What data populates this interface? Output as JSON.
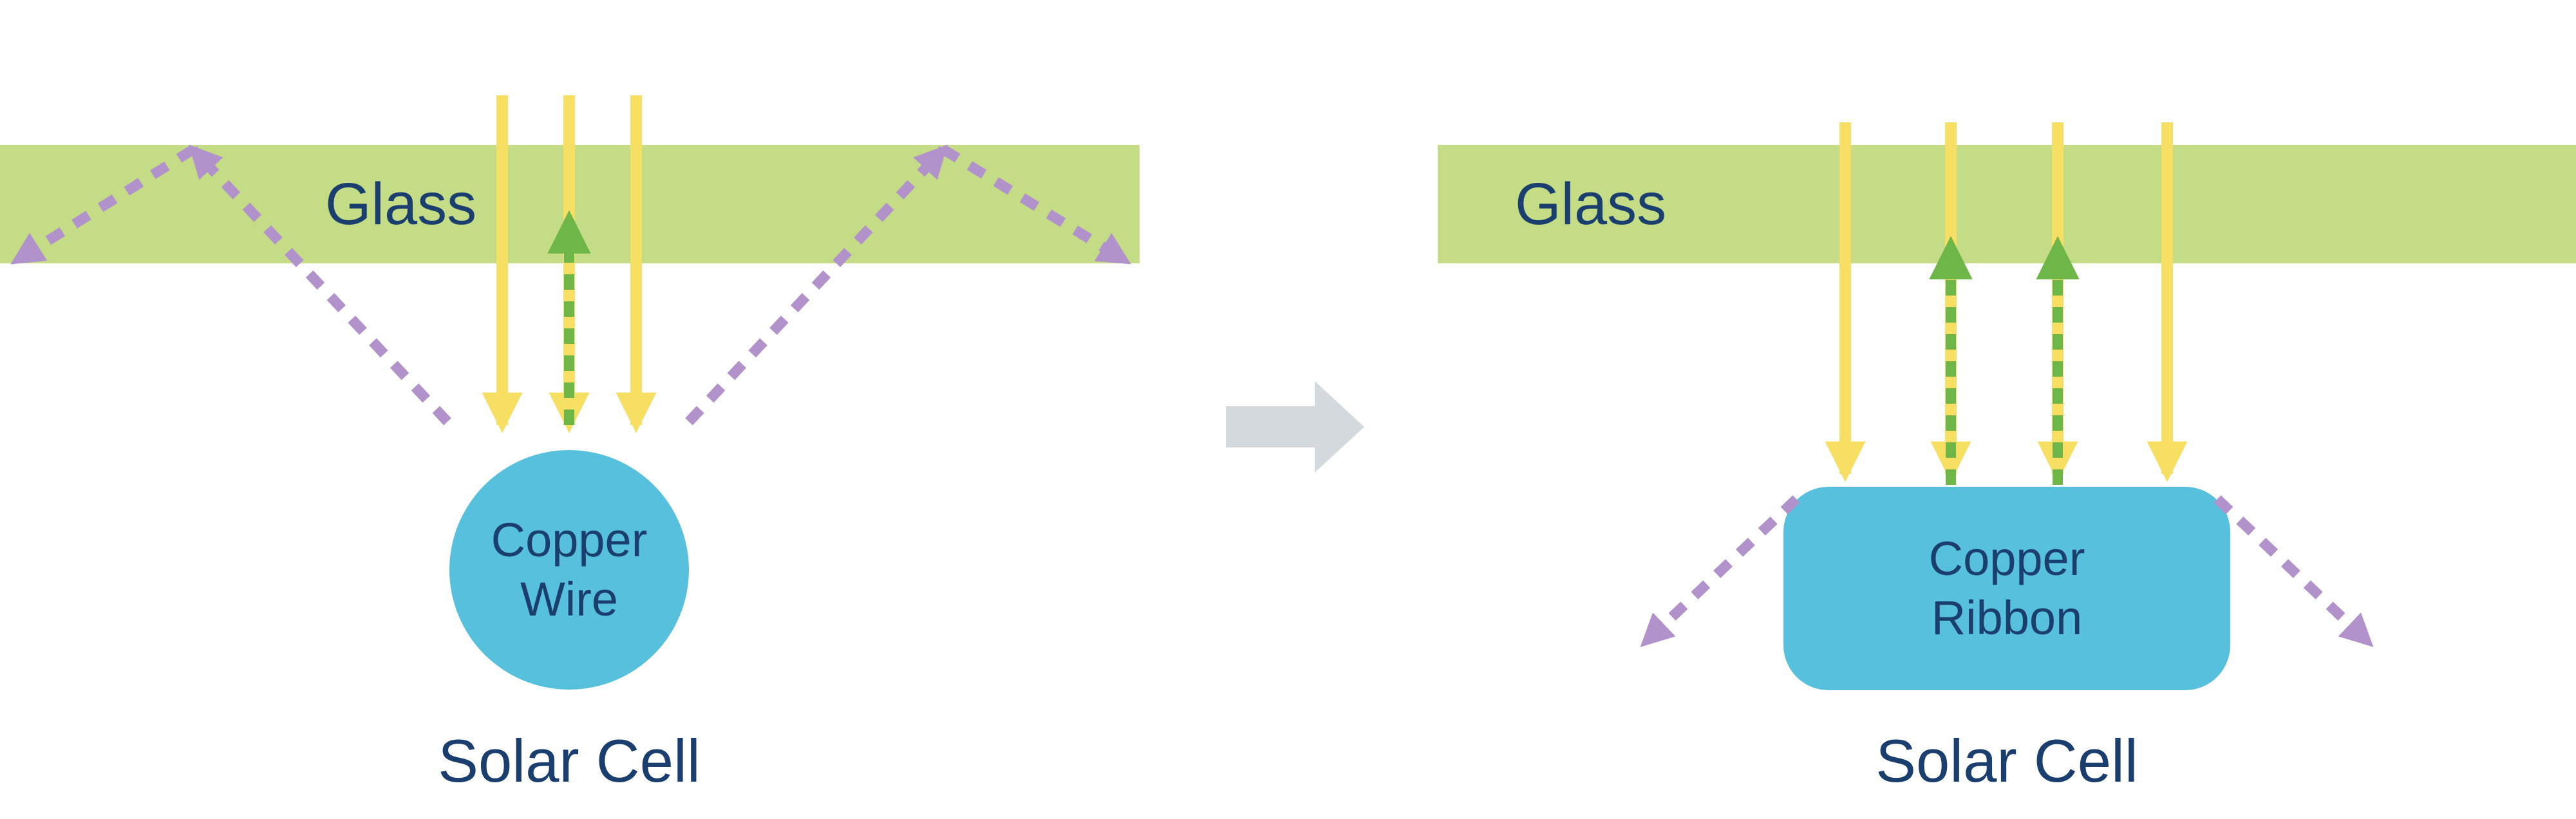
{
  "colors": {
    "glass": "#c5dc87",
    "incident_ray": "#f7df63",
    "reflected_ray": "#6eb648",
    "escaping_ray": "#b192cb",
    "conductor": "#57c0dc",
    "label_text": "#1a3e6e",
    "transition_arrow": "#d3d9dc"
  },
  "left_panel": {
    "glass_label": "Glass",
    "conductor_label_lines": [
      "Copper",
      "Wire"
    ],
    "cell_label": "Solar Cell",
    "incident_ray_count": 3,
    "reflected_ray_count": 1,
    "escaping_ray_count": 2
  },
  "right_panel": {
    "glass_label": "Glass",
    "conductor_label_lines": [
      "Copper",
      "Ribbon"
    ],
    "cell_label": "Solar Cell",
    "incident_ray_count": 4,
    "reflected_ray_count": 2,
    "escaping_ray_count": 2
  }
}
